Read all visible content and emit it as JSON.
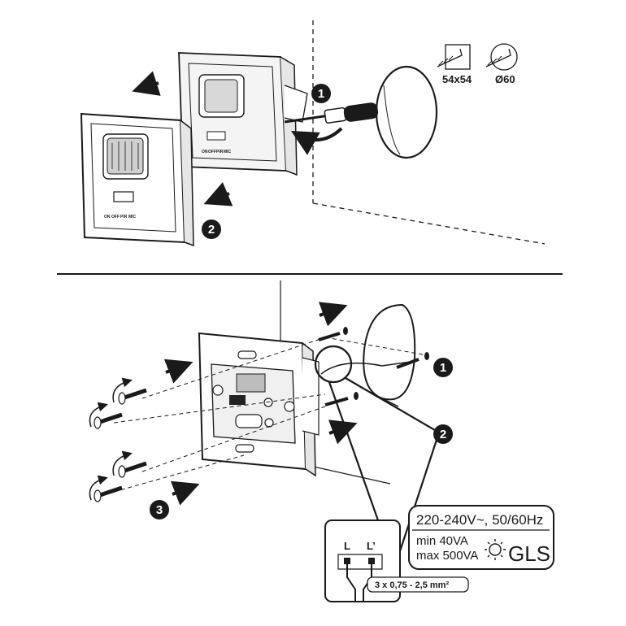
{
  "top_panel": {
    "hole_square_label": "54x54",
    "hole_round_label": "Ø60",
    "steps": [
      "1",
      "2"
    ],
    "switch_labels": [
      "ON",
      "OFF",
      "PIR",
      "MIC"
    ]
  },
  "bottom_panel": {
    "steps": [
      "1",
      "2",
      "3"
    ],
    "spec": {
      "voltage": "220-240V~, 50/60Hz",
      "min": "min 40VA",
      "max": "max 500VA",
      "lamp": "GLS"
    },
    "terminals": {
      "left": "L",
      "right": "L’",
      "wire_size": "3 x 0,75 - 2,5 mm²"
    }
  },
  "colors": {
    "line": "#1a1a1a",
    "fill": "#ffffff",
    "shade": "#cfcfcf",
    "dark": "#222222"
  },
  "icons": [
    "arrow-icon",
    "screwdriver-icon",
    "screw-icon",
    "bulb-icon",
    "rotate-icon"
  ]
}
